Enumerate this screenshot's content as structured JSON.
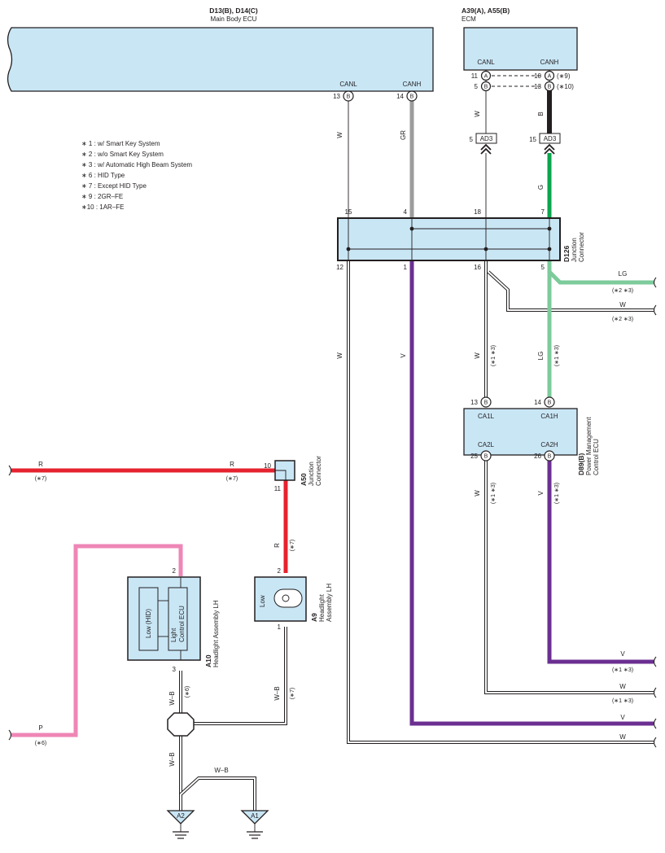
{
  "colors": {
    "red": "#e5232f",
    "purple": "#6b2f91",
    "pink": "#ee86b6",
    "gray": "#9c9c9c",
    "black": "#231f20",
    "green": "#0aa54d",
    "light_green": "#7dcb9b",
    "box_fill": "#c9e6f5"
  },
  "main_body_ecu": {
    "connectors": "D13(B), D14(C)",
    "name": "Main Body ECU",
    "canl_label": "CANL",
    "canh_label": "CANH",
    "canl_pin": "13",
    "canl_conn": "B",
    "canh_pin": "14",
    "canh_conn": "B"
  },
  "ecm": {
    "connectors": "A39(A), A55(B)",
    "name": "ECM",
    "canl_label": "CANL",
    "canh_label": "CANH",
    "rows": [
      {
        "l_pin": "11",
        "l_conn": "A",
        "r_pin": "10",
        "r_conn": "A",
        "note": "(∗9)"
      },
      {
        "l_pin": "5",
        "l_conn": "B",
        "r_pin": "13",
        "r_conn": "B",
        "note": "(∗10)"
      }
    ]
  },
  "legend": [
    "∗ 1 : w/ Smart Key System",
    "∗ 2 : w/o Smart Key System",
    "∗ 3 : w/ Automatic High Beam System",
    "∗ 6 : HID Type",
    "∗ 7 : Except HID Type",
    "∗ 9 : 2GR–FE",
    "∗10 : 1AR–FE"
  ],
  "ad3": {
    "label": "AD3",
    "left_pin": "5",
    "right_pin": "15"
  },
  "d126": {
    "code": "D126",
    "name_line1": "Junction",
    "name_line2": "Connector",
    "top_pins": [
      "15",
      "4",
      "18",
      "7"
    ],
    "bottom_pins": [
      "12",
      "1",
      "16",
      "5"
    ]
  },
  "pm_ecu": {
    "code": "D89(B)",
    "name_line1": "Power Management",
    "name_line2": "Control ECU",
    "ca1l": "CA1L",
    "ca1h": "CA1H",
    "ca2l": "CA2L",
    "ca2h": "CA2H",
    "top_left_pin": "13",
    "top_right_pin": "14",
    "bottom_left_pin": "25",
    "bottom_right_pin": "26",
    "pin_conn": "B"
  },
  "a50": {
    "code": "A50",
    "name_line1": "Junction",
    "name_line2": "Connector",
    "pin_left": "10",
    "pin_bottom": "11"
  },
  "a9": {
    "code": "A9",
    "name_line1": "Headlight",
    "name_line2": "Assembly LH",
    "low": "Low",
    "pin_top": "2",
    "pin_bottom": "1"
  },
  "a10": {
    "code": "A10",
    "name": "Headlight Assembly LH",
    "low_hid": "Low (HID)",
    "light": "Light",
    "control_ecu": "Control ECU",
    "pin_top": "2",
    "pin_bottom": "3"
  },
  "grounds": {
    "a2": "A2",
    "a1": "A1"
  },
  "wires": {
    "w": "W",
    "gr": "GR",
    "b": "B",
    "g": "G",
    "lg": "LG",
    "v": "V",
    "r": "R",
    "p": "P",
    "wb": "W–B"
  },
  "notes": {
    "n1_3": "(∗1 ∗3)",
    "n2_3": "(∗2 ∗3)",
    "n6": "(∗6)",
    "n7": "(∗7)"
  }
}
